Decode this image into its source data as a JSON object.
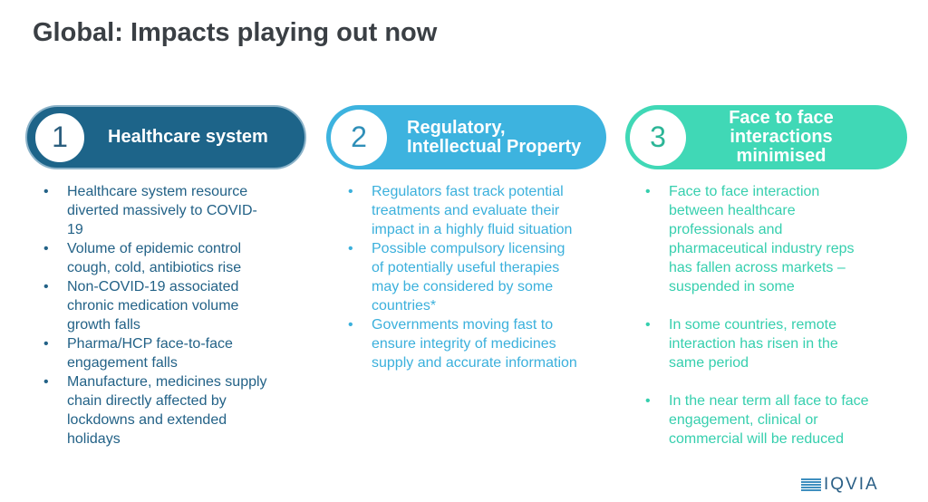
{
  "title": "Global: Impacts playing out now",
  "cards": [
    {
      "number": "1",
      "label": "Healthcare system",
      "bullets": [
        "Healthcare system resource\ndiverted massively to COVID-\n19",
        "Volume of epidemic control\ncough, cold, antibiotics rise",
        "Non-COVID-19 associated\nchronic medication volume\ngrowth falls",
        "Pharma/HCP face-to-face\nengagement falls",
        "Manufacture, medicines supply\nchain directly affected by\nlockdowns and extended\nholidays"
      ]
    },
    {
      "number": "2",
      "label": "Regulatory,\nIntellectual Property",
      "bullets": [
        "Regulators fast track potential\ntreatments and evaluate their\nimpact in a highly fluid situation",
        "Possible compulsory licensing\nof potentially useful therapies\nmay be considered by some\ncountries*",
        "Governments moving fast to\nensure integrity of medicines\nsupply and accurate information"
      ]
    },
    {
      "number": "3",
      "label": "Face to face\ninteractions\nminimised",
      "bullets": [
        "Face to face interaction\nbetween healthcare\nprofessionals and\npharmaceutical industry reps\nhas fallen across markets –\nsuspended in some",
        "In some countries, remote\ninteraction has risen in the\nsame period",
        "In the near term all face to face\nengagement, clinical or\ncommercial will be reduced"
      ]
    }
  ],
  "bullet_char": "•",
  "logo": "IQVIA",
  "colors": {
    "card1": "#1d6489",
    "card2": "#3db3df",
    "card3": "#40d8b6"
  }
}
